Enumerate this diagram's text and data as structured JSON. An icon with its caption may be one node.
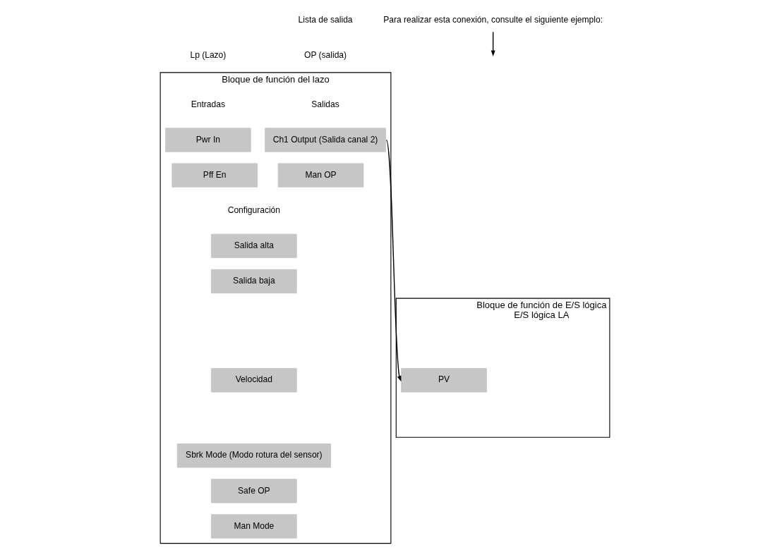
{
  "diagram": {
    "nodes": [
      {
        "text": [
          "Bloque de función del lazo"
        ]
      },
      {
        "text": [
          "Pwr In"
        ],
        "in": 0
      },
      {
        "text": [
          "Pff En"
        ],
        "in": 0
      },
      {
        "text": [
          "Ch1 Output (Salida canal 2)"
        ],
        "in": 0
      },
      {
        "text": [
          "Man OP"
        ],
        "in": 0
      },
      {
        "text": [
          "Salida alta"
        ],
        "in": 0
      },
      {
        "text": [
          "Salida baja"
        ],
        "in": 0
      },
      {
        "text": [
          "Velocidad"
        ],
        "in": 0
      },
      {
        "text": [
          "Sbrk Mode (Modo rotura del sensor)"
        ],
        "in": 0
      },
      {
        "text": [
          "Safe OP"
        ],
        "in": 0
      },
      {
        "text": [
          "Man Mode"
        ],
        "in": 0
      },
      {
        "text": [
          "Bloque de función de E/S lógica",
          "E/S lógica LA"
        ]
      },
      {
        "text": [
          "PV"
        ],
        "in": 11
      },
      {
        "text": [
          "Para realizar esta conexión, consulte el siguiente ejemplo:"
        ]
      }
    ],
    "edges": [
      {
        "from": 3,
        "to": 12,
        "arrow": "to"
      },
      {
        "from": 13,
        "to": null,
        "arrow": "to"
      }
    ],
    "labels": [
      "Lista de salida",
      "Lp (Lazo)",
      "OP (salida)",
      "Entradas",
      "Salidas",
      "Configuración"
    ]
  }
}
